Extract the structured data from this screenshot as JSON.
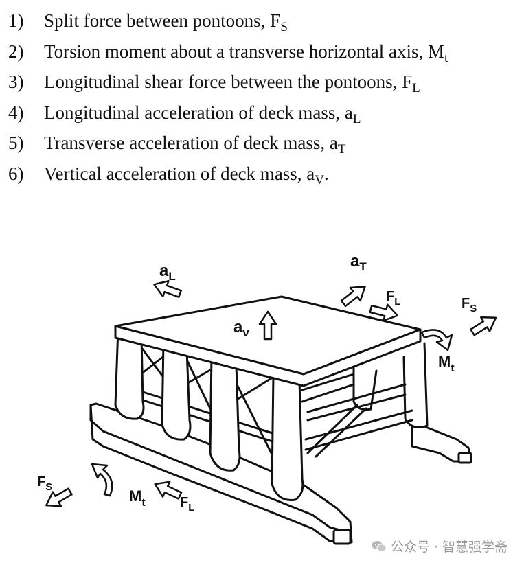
{
  "list": [
    {
      "num": "1)",
      "text": "Split force between pontoons, F",
      "sub": "S",
      "tail": ""
    },
    {
      "num": "2)",
      "text": "Torsion moment about a transverse horizontal axis, M",
      "sub": "t",
      "tail": ""
    },
    {
      "num": "3)",
      "text": "Longitudinal shear force between the pontoons, F",
      "sub": "L",
      "tail": ""
    },
    {
      "num": "4)",
      "text": "Longitudinal acceleration of deck mass, a",
      "sub": "L",
      "tail": ""
    },
    {
      "num": "5)",
      "text": "Transverse acceleration of deck mass, a",
      "sub": "T",
      "tail": ""
    },
    {
      "num": "6)",
      "text": "Vertical acceleration of deck mass, a",
      "sub": "V",
      "tail": "."
    }
  ],
  "figure": {
    "a_L": {
      "main": "a",
      "sub": "L"
    },
    "a_T": {
      "main": "a",
      "sub": "T"
    },
    "a_v": {
      "main": "a",
      "sub": "v"
    },
    "F_L_top": {
      "main": "F",
      "sub": "L"
    },
    "F_S_top": {
      "main": "F",
      "sub": "S"
    },
    "M_t_top": {
      "main": "M",
      "sub": "t"
    },
    "F_S_bottom": {
      "main": "F",
      "sub": "S"
    },
    "M_t_bottom": {
      "main": "M",
      "sub": "t"
    },
    "F_L_bottom": {
      "main": "F",
      "sub": "L"
    }
  },
  "watermark": {
    "text": "公众号 · 智慧强学斋",
    "icon": "wechat-icon"
  }
}
